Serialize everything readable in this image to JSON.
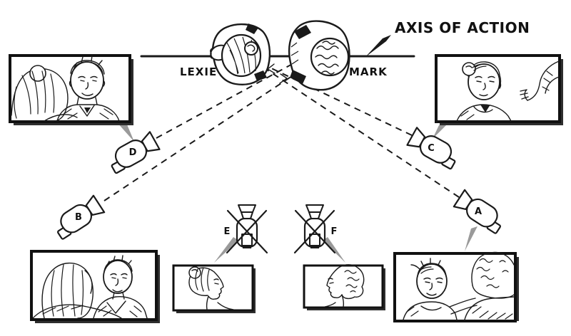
{
  "title": "AXIS OF ACTION",
  "subjects": {
    "left": "LEXIE",
    "right": "MARK"
  },
  "cameras": {
    "a": {
      "label": "A",
      "crossed_out": false,
      "side": "right-low"
    },
    "b": {
      "label": "B",
      "crossed_out": false,
      "side": "left-low"
    },
    "c": {
      "label": "C",
      "crossed_out": false,
      "side": "right-high"
    },
    "d": {
      "label": "D",
      "crossed_out": false,
      "side": "left-high"
    },
    "e": {
      "label": "E",
      "crossed_out": true,
      "side": "center-left"
    },
    "f": {
      "label": "F",
      "crossed_out": true,
      "side": "center-right"
    }
  },
  "frames": {
    "top_left": {
      "camera": "D",
      "depicts": "over-shoulder close-up of Mark past back of Lexie's head"
    },
    "top_right": {
      "camera": "C",
      "depicts": "close-up of Lexie with Mark's arm in foreground"
    },
    "bottom_left": {
      "camera": "B",
      "depicts": "over-shoulder medium shot of Mark past Lexie"
    },
    "bottom_center_left": {
      "camera": "E",
      "depicts": "profile of Lexie facing right"
    },
    "bottom_center_right": {
      "camera": "F",
      "depicts": "profile of Mark facing left"
    },
    "bottom_right": {
      "camera": "A",
      "depicts": "over-shoulder medium shot of Lexie past Mark"
    }
  },
  "colors": {
    "ink": "#1a1a1a",
    "background": "#ffffff",
    "frame_shadow": "#2e2e2e",
    "callout": "#9a9a9a"
  }
}
